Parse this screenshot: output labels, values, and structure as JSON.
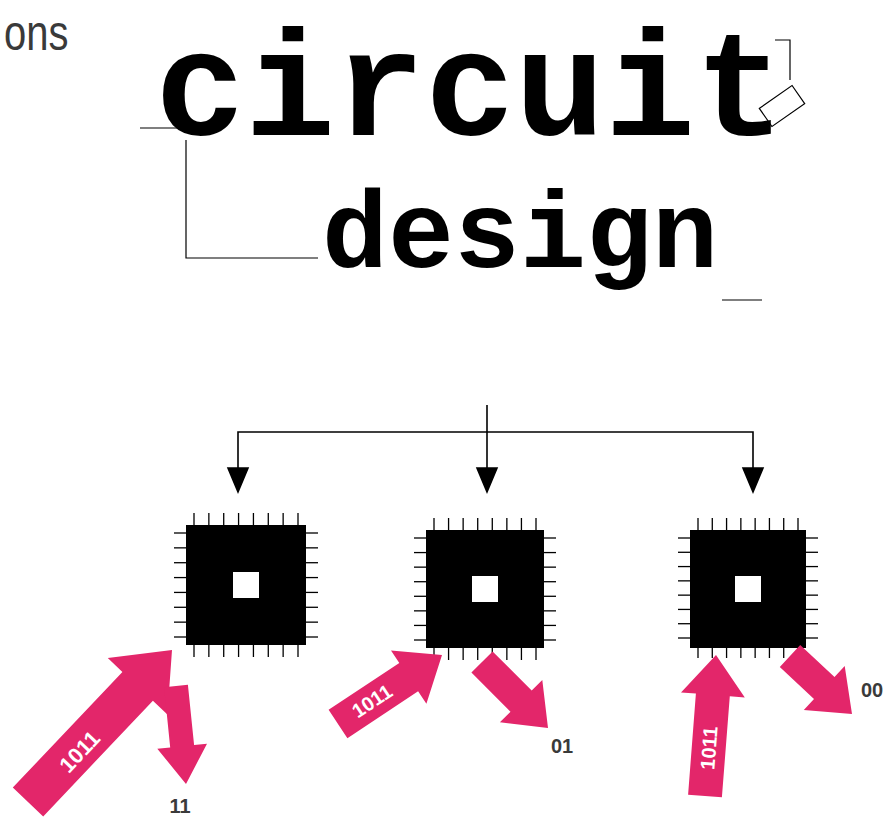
{
  "diagram": {
    "title": "ons",
    "labels": [
      "circuit",
      "design",
      "1011",
      "11",
      "1011",
      "01",
      "1011",
      "00"
    ]
  }
}
